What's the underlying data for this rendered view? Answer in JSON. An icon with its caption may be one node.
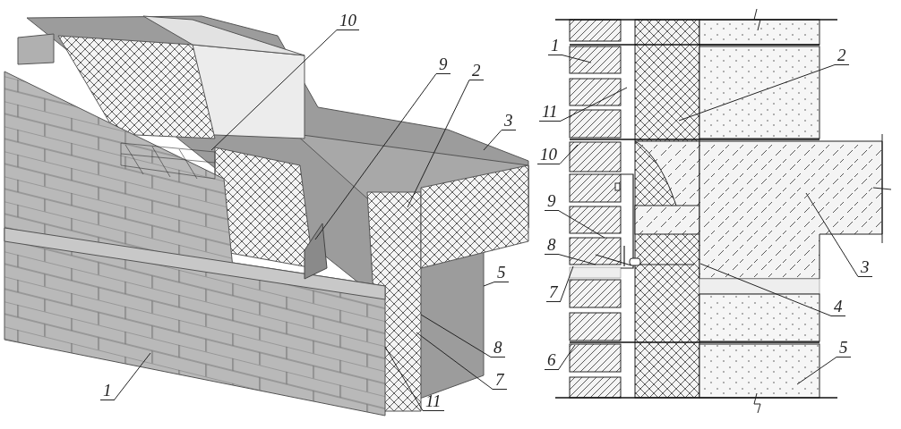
{
  "diagram": {
    "nodes": [
      {
        "text": [
          "10"
        ]
      },
      {
        "text": [
          "9"
        ]
      },
      {
        "text": [
          "2"
        ]
      },
      {
        "text": [
          "3"
        ]
      },
      {
        "text": [
          "5"
        ]
      },
      {
        "text": [
          "8"
        ]
      },
      {
        "text": [
          "7"
        ]
      },
      {
        "text": [
          "11"
        ]
      },
      {
        "text": [
          "1"
        ]
      },
      {
        "text": [
          "1"
        ]
      },
      {
        "text": [
          "11"
        ]
      },
      {
        "text": [
          "10"
        ]
      },
      {
        "text": [
          "9"
        ]
      },
      {
        "text": [
          "8"
        ]
      },
      {
        "text": [
          "7"
        ]
      },
      {
        "text": [
          "6"
        ]
      },
      {
        "text": [
          "2"
        ]
      },
      {
        "text": [
          "3"
        ]
      },
      {
        "text": [
          "4"
        ]
      },
      {
        "text": [
          "5"
        ]
      }
    ],
    "edges": [
      {
        "from": 0,
        "to": null,
        "arrow": "none"
      },
      {
        "from": 1,
        "to": null,
        "arrow": "none"
      },
      {
        "from": 2,
        "to": null,
        "arrow": "none"
      },
      {
        "from": 3,
        "to": null,
        "arrow": "none"
      },
      {
        "from": 4,
        "to": null,
        "arrow": "none"
      },
      {
        "from": 5,
        "to": null,
        "arrow": "none"
      },
      {
        "from": 6,
        "to": null,
        "arrow": "none"
      },
      {
        "from": 7,
        "to": null,
        "arrow": "none"
      },
      {
        "from": 8,
        "to": null,
        "arrow": "none"
      },
      {
        "from": 9,
        "to": null,
        "arrow": "none"
      },
      {
        "from": 10,
        "to": null,
        "arrow": "none"
      },
      {
        "from": 11,
        "to": null,
        "arrow": "none"
      },
      {
        "from": 12,
        "to": null,
        "arrow": "none"
      },
      {
        "from": 13,
        "to": null,
        "arrow": "none"
      },
      {
        "from": 14,
        "to": null,
        "arrow": "none"
      },
      {
        "from": 15,
        "to": null,
        "arrow": "none"
      },
      {
        "from": 16,
        "to": null,
        "arrow": "none"
      },
      {
        "from": 17,
        "to": null,
        "arrow": "none"
      },
      {
        "from": 18,
        "to": null,
        "arrow": "none"
      },
      {
        "from": 19,
        "to": null,
        "arrow": "none"
      }
    ]
  }
}
